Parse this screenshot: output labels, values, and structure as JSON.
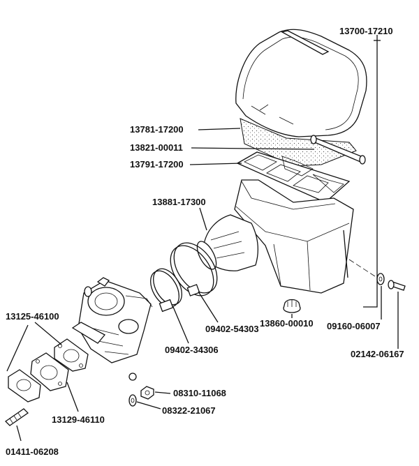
{
  "diagram": {
    "title": "Air cleaner and carburetor parts breakdown",
    "parts": [
      {
        "id": "air-cleaner-assembly",
        "number": "13700-17210"
      },
      {
        "id": "element-outer",
        "number": "13781-17200"
      },
      {
        "id": "mounting-bar",
        "number": "13821-00011"
      },
      {
        "id": "element-frame",
        "number": "13791-17200"
      },
      {
        "id": "intake-elbow",
        "number": "13881-17300"
      },
      {
        "id": "band-clamp-large",
        "number": "09402-54303"
      },
      {
        "id": "band-clamp-small",
        "number": "09402-34306"
      },
      {
        "id": "drain-cap",
        "number": "13860-00010"
      },
      {
        "id": "washer-bolt",
        "number": "09160-06007"
      },
      {
        "id": "bolt",
        "number": "02142-06167"
      },
      {
        "id": "gasket-carb",
        "number": "13125-46100"
      },
      {
        "id": "insulator",
        "number": "13129-46110"
      },
      {
        "id": "nut",
        "number": "08310-11068"
      },
      {
        "id": "washer-nut",
        "number": "08322-21067"
      },
      {
        "id": "stud",
        "number": "01411-06208"
      }
    ]
  }
}
